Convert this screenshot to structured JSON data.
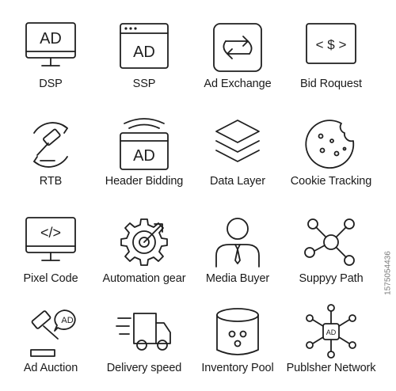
{
  "icons": [
    {
      "label": "DSP",
      "icon": "monitor-ad-icon",
      "text": "AD"
    },
    {
      "label": "SSP",
      "icon": "browser-ad-icon",
      "text": "AD"
    },
    {
      "label": "Ad Exchange",
      "icon": "exchange-arrows-icon"
    },
    {
      "label": "Bid Roquest",
      "icon": "code-dollar-icon",
      "text": "< $ >"
    },
    {
      "label": "RTB",
      "icon": "gavel-cycle-icon"
    },
    {
      "label": "Header Bidding",
      "icon": "header-bidding-icon",
      "text": "AD"
    },
    {
      "label": "Data Layer",
      "icon": "layers-icon"
    },
    {
      "label": "Cookie Tracking",
      "icon": "cookie-icon"
    },
    {
      "label": "Pixel Code",
      "icon": "monitor-code-icon",
      "text": "</>"
    },
    {
      "label": "Automation gear",
      "icon": "gear-target-icon"
    },
    {
      "label": "Media Buyer",
      "icon": "person-tie-icon"
    },
    {
      "label": "Suppyy Path",
      "icon": "network-path-icon"
    },
    {
      "label": "Ad Auction",
      "icon": "gavel-ad-icon",
      "text": "AD"
    },
    {
      "label": "Delivery speed",
      "icon": "fast-truck-icon"
    },
    {
      "label": "Inventory Pool",
      "icon": "inventory-pool-icon"
    },
    {
      "label": "Publsher Network",
      "icon": "publisher-network-icon",
      "text": "AD"
    }
  ],
  "watermark_id": "1575054436"
}
